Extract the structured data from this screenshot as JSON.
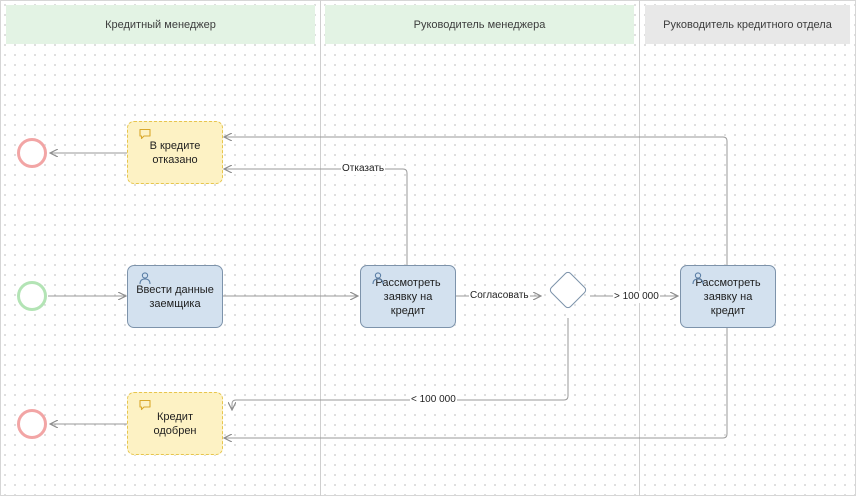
{
  "lanes": [
    {
      "title": "Кредитный менеджер"
    },
    {
      "title": "Руководитель менеджера"
    },
    {
      "title": "Руководитель кредитного отдела"
    }
  ],
  "tasks": {
    "enter_data": {
      "label": "Ввести данные заемщика",
      "icon": "user-icon"
    },
    "review_manager": {
      "label": "Рассмотреть заявку на кредит",
      "icon": "user-icon"
    },
    "review_department": {
      "label": "Рассмотреть заявку на кредит",
      "icon": "user-icon"
    },
    "rejected": {
      "label": "В кредите отказано",
      "icon": "message-icon"
    },
    "approved": {
      "label": "Кредит одобрен",
      "icon": "message-icon"
    }
  },
  "edge_labels": {
    "reject": "Отказать",
    "approve": "Согласовать",
    "over": "> 100 000",
    "under": "< 100 000"
  },
  "colors": {
    "user_task_fill": "#d3e1ef",
    "message_task_fill": "#fdf2c4",
    "start_event": "#b3e4b5",
    "end_event": "#f2a5a5",
    "lane_header_green": "#e3f3e4",
    "lane_header_gray": "#e8e8e8",
    "connector": "#9a9a9a"
  }
}
